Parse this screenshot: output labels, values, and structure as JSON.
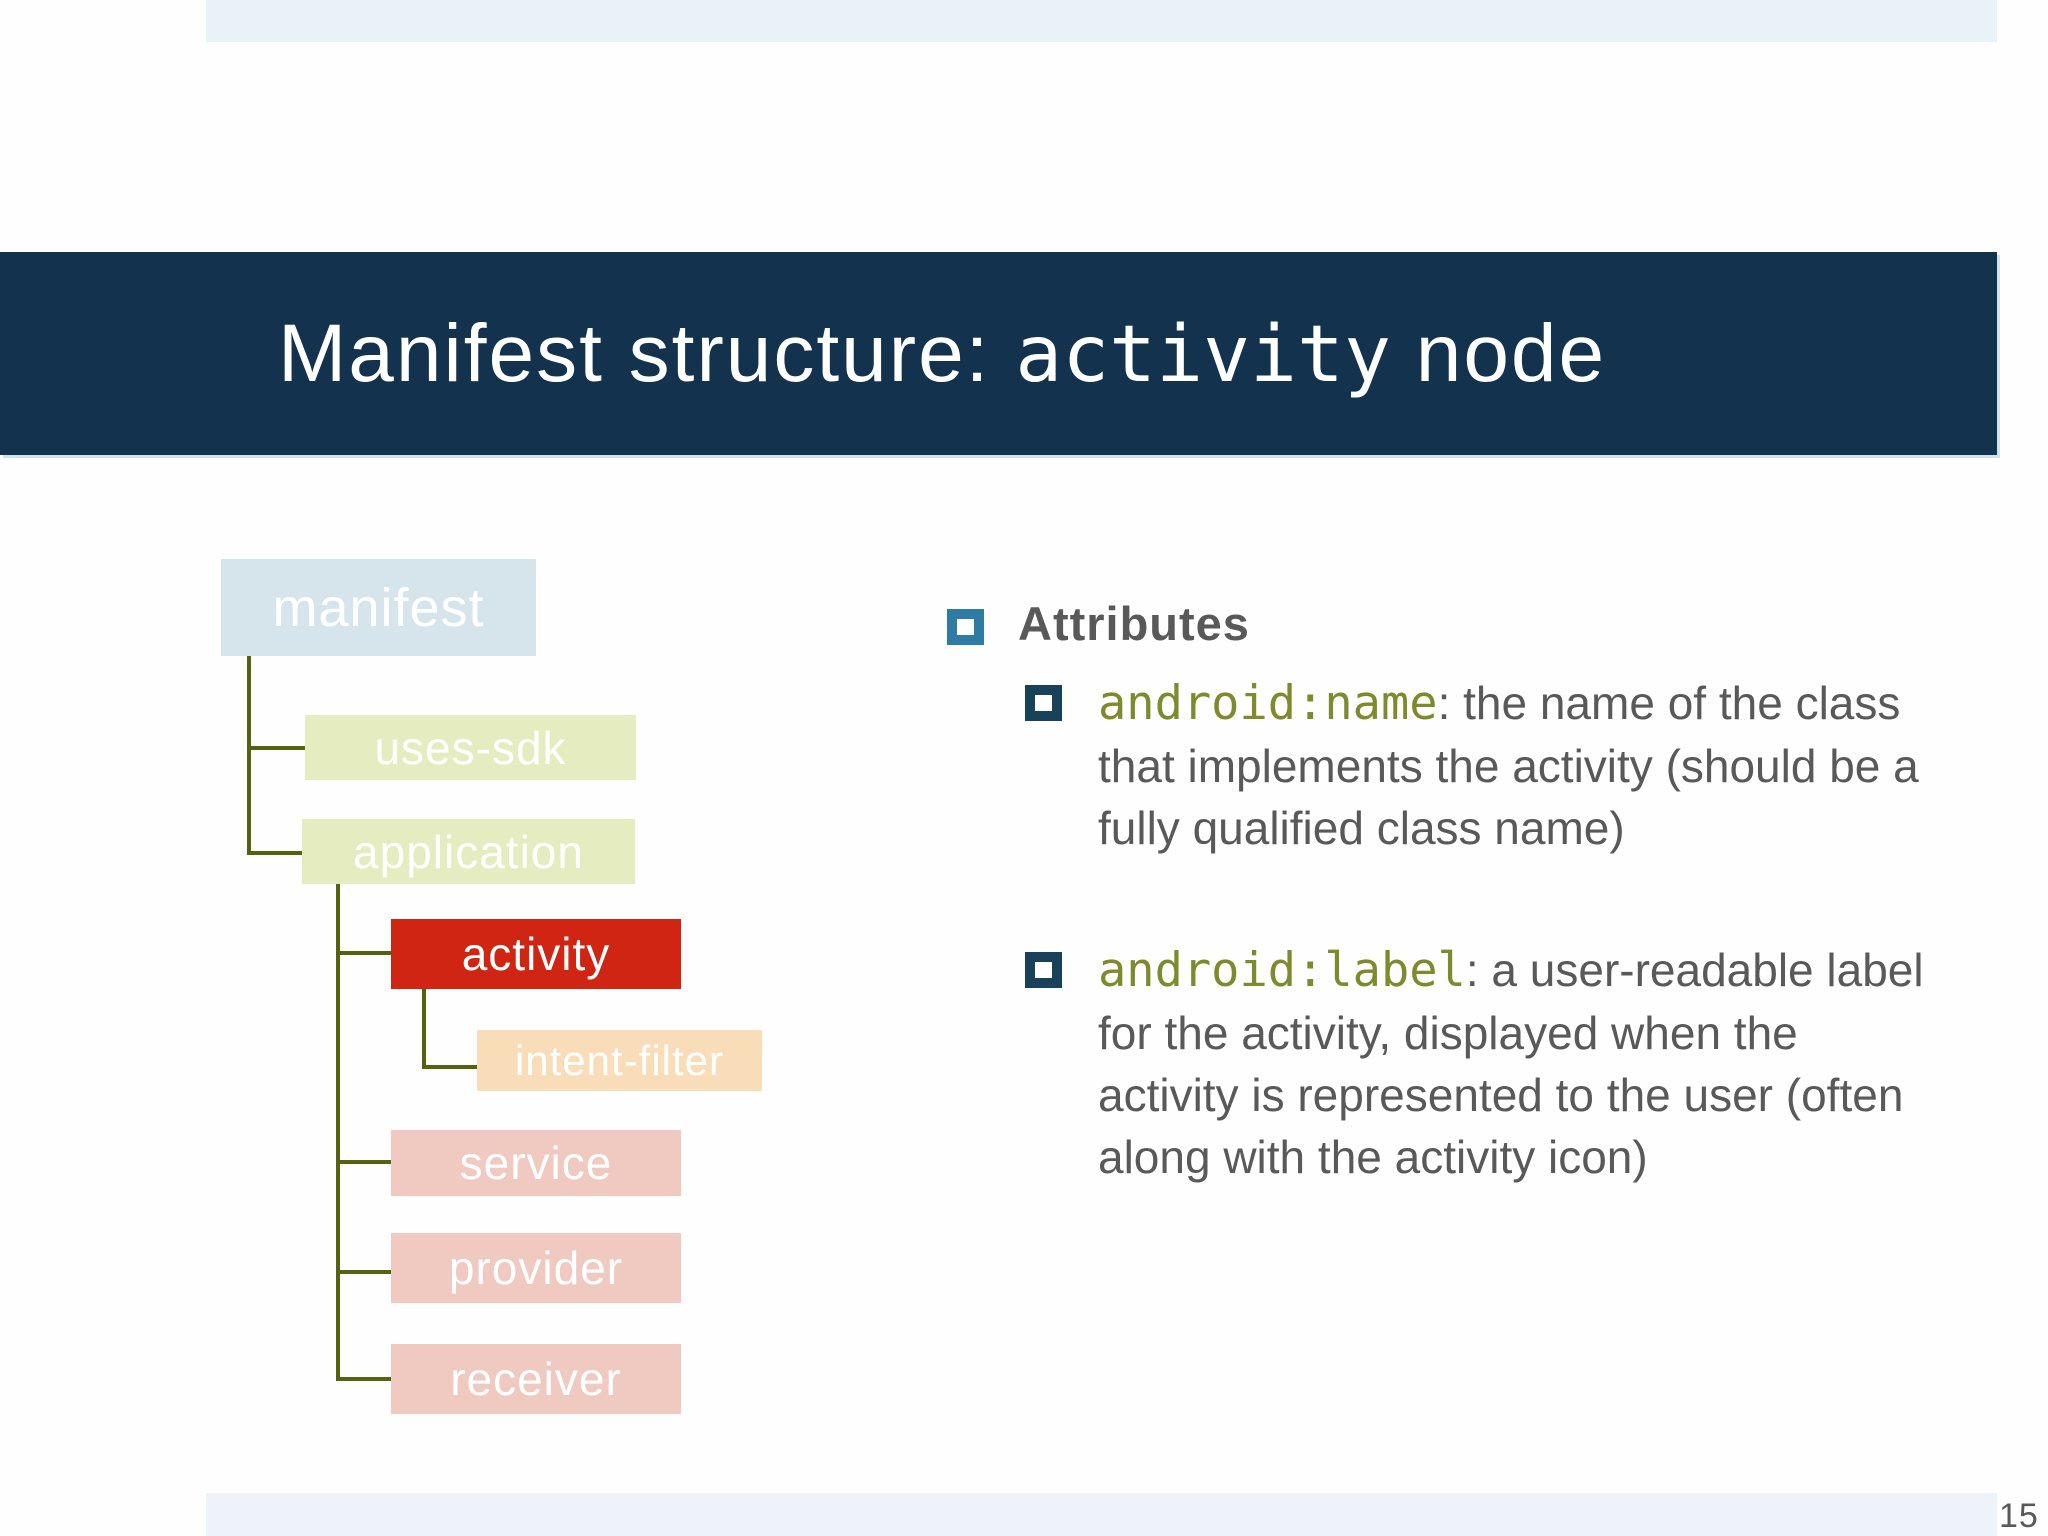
{
  "title": {
    "prefix": "Manifest structure: ",
    "code": "activity",
    "suffix": " node"
  },
  "tree": {
    "nodes": [
      {
        "id": "manifest",
        "label": "manifest"
      },
      {
        "id": "uses-sdk",
        "label": "uses-sdk"
      },
      {
        "id": "application",
        "label": "application"
      },
      {
        "id": "activity",
        "label": "activity"
      },
      {
        "id": "intent-filter",
        "label": "intent-filter"
      },
      {
        "id": "service",
        "label": "service"
      },
      {
        "id": "provider",
        "label": "provider"
      },
      {
        "id": "receiver",
        "label": "receiver"
      }
    ]
  },
  "attributes": {
    "heading": "Attributes",
    "items": [
      {
        "code": "android:name",
        "text": ": the name of the class that implements the activity (should be a fully qualified class name)"
      },
      {
        "code": "android:label",
        "text": ": a user-readable label for the activity, displayed when the activity is represented to the user (often along with the activity icon)"
      }
    ]
  },
  "page": {
    "number": "15"
  },
  "colors": {
    "title_band": "#13324e",
    "strip": "#e9f2f7",
    "tree_line": "#55630f",
    "manifest_box": "#d6e5eb",
    "sdk_application_box": "#e5edc0",
    "activity_box": "#d02512",
    "intent_filter_box": "#f9ddb8",
    "service_provider_receiver_box": "#f0c9c1",
    "body_text": "#595959",
    "code_text": "#7d8b2c",
    "bullet_level1": "#2e7ba3",
    "bullet_level2": "#17425a"
  }
}
